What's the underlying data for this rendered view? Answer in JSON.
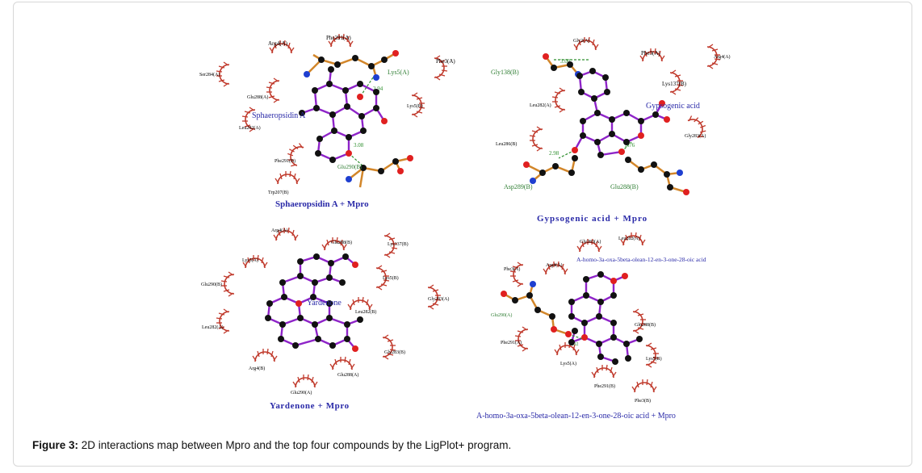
{
  "panels": [
    {
      "id": "sph",
      "title": "Sphaeropsidin A + Mpro",
      "compound": "Sphaeropsidin A",
      "residues": [
        "Arg4(A)",
        "Phe291(A)",
        "Phe3(A)",
        "Ser284(A)",
        "Glu288(A)",
        "Lys5(B)",
        "Leu282(A)",
        "Phe291(B)",
        "Trp207(B)"
      ],
      "hbond_residues": [
        "Lys5(A)",
        "Glu290(B)"
      ],
      "distances": [
        "2.94",
        "3.08"
      ]
    },
    {
      "id": "gyp",
      "title": "Gypsogenic acid + Mpro",
      "compound": "Gypsogenic acid",
      "residues": [
        "Gly2(A)",
        "Phe3(A)",
        "Arg4(A)",
        "Lys137(B)",
        "Leu282(A)",
        "Leu286(B)",
        "Gly283(A)"
      ],
      "hbond_residues": [
        "Gly138(B)",
        "Asp289(B)",
        "Glu288(B)"
      ],
      "distances": [
        "3.00",
        "2.98",
        "2.76"
      ]
    },
    {
      "id": "yar",
      "title": "Yardenone + Mpro",
      "compound": "Yardenone",
      "residues": [
        "Arg4(A)",
        "Glu288(B)",
        "Lys137(B)",
        "Lys5(A)",
        "Glu290(B)",
        "Lys5(B)",
        "Gly283(A)",
        "Leu282(B)",
        "Leu282(A)",
        "Gly283(B)",
        "Arg4(B)",
        "Glu288(A)",
        "Glu290(A)"
      ],
      "hbond_residues": [],
      "distances": []
    },
    {
      "id": "aho",
      "title": "A-homo-3a-oxa-5beta-olean-12-en-3-one-28-oic acid + Mpro",
      "compound": "A-homo-3a-oxa-5beta-olean-12-en-3-one-28-oic acid",
      "residues": [
        "Gly283(A)",
        "Leu282(A)",
        "Phe3(A)",
        "Arg4(A)",
        "Glu288(B)",
        "Phe291(A)",
        "Lys5(A)",
        "Lys5(B)",
        "Phe291(B)",
        "Phe3(B)"
      ],
      "hbond_residues": [
        "Glu290(A)"
      ],
      "distances": [
        "2.92"
      ]
    }
  ],
  "caption": {
    "label": "Figure 3:",
    "text": " 2D interactions map between Mpro and the top four compounds by the LigPlot+ program."
  },
  "colors": {
    "residue_arc": "#c0392b",
    "ligand_bond": "#8e24c8",
    "residue_bond": "#d2862a",
    "carbon": "#111111",
    "oxygen": "#e02020",
    "nitrogen": "#1f3fd0",
    "hbond": "#2f8f2f",
    "title": "#2a2aa8",
    "hbond_label": "#2e7d32"
  }
}
